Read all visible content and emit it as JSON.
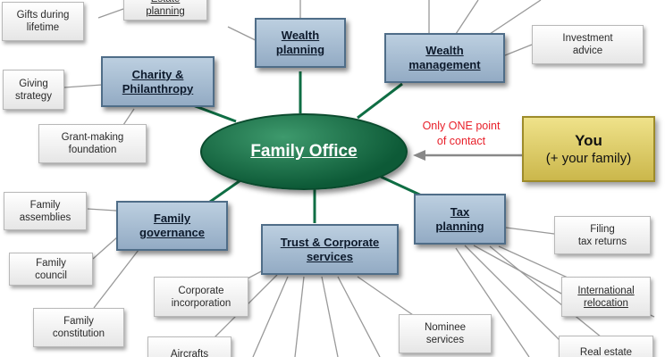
{
  "hub": {
    "label": "Family Office"
  },
  "client": {
    "line1": "You",
    "line2": "(+ your family)"
  },
  "contact_note": "Only ONE point\nof contact",
  "categories": {
    "wealth_planning": "Wealth\nplanning",
    "wealth_management": "Wealth\nmanagement",
    "charity": "Charity &\nPhilanthropy",
    "governance": "Family\ngovernance",
    "trust": "Trust & Corporate\nservices",
    "tax": "Tax\nplanning"
  },
  "leaves": {
    "gifts": "Gifts during\nlifetime",
    "estate": "Estate\nplanning",
    "investment": "Investment\nadvice",
    "giving": "Giving\nstrategy",
    "grant": "Grant-making\nfoundation",
    "assemblies": "Family\nassemblies",
    "council": "Family\ncouncil",
    "constitution": "Family\nconstitution",
    "incorporation": "Corporate\nincorporation",
    "aircrafts": "Aircrafts",
    "nominee": "Nominee\nservices",
    "filing": "Filing\ntax returns",
    "relocation": "International\nrelocation",
    "realestate": "Real estate"
  },
  "colors": {
    "hub": "#0d5a37",
    "category": "#93abc4",
    "client": "#cbb74b",
    "note": "#e8202a",
    "connector": "#0f6e44"
  }
}
